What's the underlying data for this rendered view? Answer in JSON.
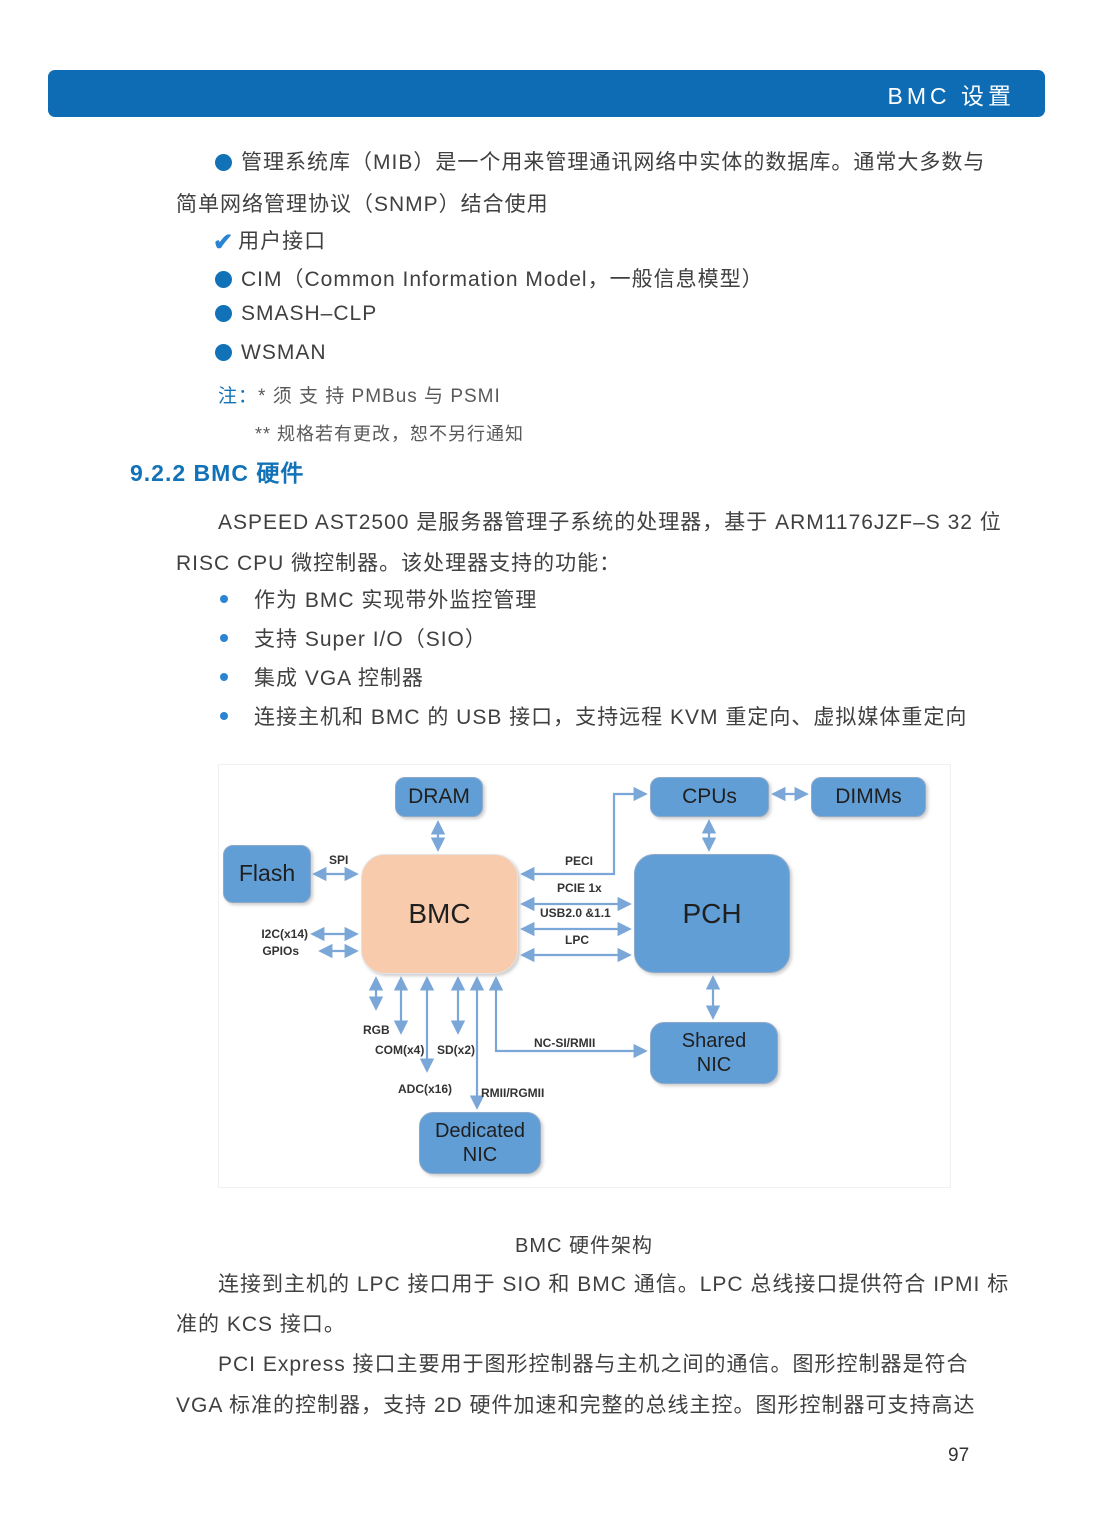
{
  "header": {
    "title": "BMC 设置"
  },
  "intro": {
    "bullet_mib_line1": "管理系统库（MIB）是一个用来管理通讯网络中实体的数据库。通常大多数与",
    "bullet_mib_line2": "简单网络管理协议（SNMP）结合使用",
    "check_item": "用户接口",
    "bullet_cim": "CIM（Common Information Model，一般信息模型）",
    "bullet_smash": "SMASH–CLP",
    "bullet_wsman": "WSMAN",
    "note_label": "注：",
    "note_line1": "* 须 支 持 PMBus 与 PSMI",
    "note_line2": "** 规格若有更改，恕不另行通知"
  },
  "section": {
    "heading": "9.2.2 BMC 硬件",
    "para_line1": "ASPEED AST2500 是服务器管理子系统的处理器，基于 ARM1176JZF–S 32 位",
    "para_line2": "RISC CPU 微控制器。该处理器支持的功能：",
    "features": [
      "作为 BMC 实现带外监控管理",
      "支持 Super I/O（SIO）",
      "集成 VGA 控制器",
      "连接主机和 BMC 的 USB 接口，支持远程 KVM 重定向、虚拟媒体重定向"
    ]
  },
  "diagram": {
    "caption": "BMC 硬件架构",
    "boxes": {
      "dram": "DRAM",
      "flash": "Flash",
      "bmc": "BMC",
      "cpus": "CPUs",
      "dimms": "DIMMs",
      "pch": "PCH",
      "shared_line1": "Shared",
      "shared_line2": "NIC",
      "dedicated_line1": "Dedicated",
      "dedicated_line2": "NIC"
    },
    "labels": {
      "spi": "SPI",
      "peci": "PECI",
      "pcie": "PCIE 1x",
      "usb": "USB2.0 &1.1",
      "lpc": "LPC",
      "i2c": "I2C(x14)",
      "gpios": "GPIOs",
      "rgb": "RGB",
      "com": "COM(x4)",
      "sd": "SD(x2)",
      "adc": "ADC(x16)",
      "rmii": "RMII/RGMII",
      "ncsi": "NC-SI/RMII"
    }
  },
  "body": {
    "para3_line1": "连接到主机的 LPC 接口用于 SIO 和 BMC 通信。LPC 总线接口提供符合 IPMI 标",
    "para3_line2": "准的 KCS 接口。",
    "para4_line1": "PCI Express 接口主要用于图形控制器与主机之间的通信。图形控制器是符合",
    "para4_line2": "VGA 标准的控制器，支持 2D 硬件加速和完整的总线主控。图形控制器可支持高达"
  },
  "footer": {
    "page_number": "97"
  },
  "colors": {
    "bar_blue": "#0e6cb5",
    "accent_blue": "#1272b8",
    "check_blue": "#2a84d2",
    "box_blue": "#619ed6",
    "bmc_peach": "#f8cbad",
    "arrow_blue": "#7aa7d8"
  }
}
